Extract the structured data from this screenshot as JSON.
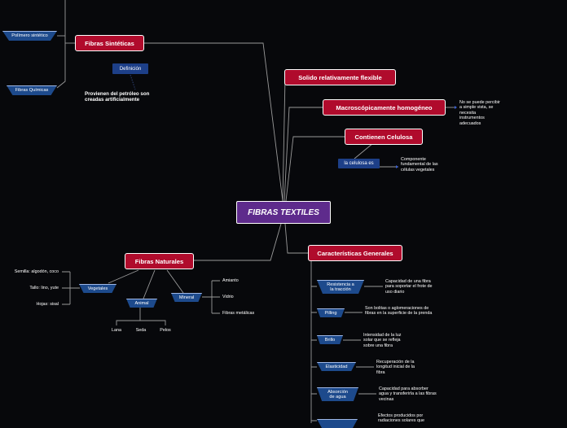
{
  "central": "FIBRAS TEXTILES",
  "sinteticas": {
    "title": "Fibras Sintéticas",
    "polimero": "Polímero sintético",
    "quimicas": "Fibras Químicas",
    "definicion": "Definición",
    "definicion_text": "Provienen del petróleo son creadas artificialmente"
  },
  "right": {
    "solido": "Solido relativamente flexible",
    "macro": "Macroscópicamente homogéneo",
    "macro_note": "No se puede percibir a simple vista, se necesita instrumentos adecuados",
    "celulosa": "Contienen Celulosa",
    "celulosa_es": "la celulosa es",
    "celulosa_note": "Componente fundamental de las células vegetales"
  },
  "naturales": {
    "title": "Fibras Naturales",
    "vegetales": "Vegetales",
    "animal": "Animal",
    "mineral": "Mineral",
    "veg_items": [
      "Semilla: algodón, coco",
      "Tallo: lino, yute",
      "Hojas: sisal"
    ],
    "animal_items": [
      "Lana",
      "Seda",
      "Pelos"
    ],
    "mineral_items": [
      "Amianto",
      "Vidrio",
      "Fibras metálicas"
    ]
  },
  "generales": {
    "title": "Características Generales",
    "items": [
      {
        "label": "Resistencia a la tracción",
        "desc": "Capacidad de una fibra para soportar el frote de uso diario"
      },
      {
        "label": "Pilling",
        "desc": "Son bolitas o aglomeraciones de fibras en la superficie de la prenda"
      },
      {
        "label": "Brillo",
        "desc": "Intensidad de la luz solar que se refleja sobre una fibra"
      },
      {
        "label": "Elasticidad",
        "desc": "Recuperación de la longitud inicial de la fibra"
      },
      {
        "label": "Absorción de agua",
        "desc": "Capacidad para absorber agua y transferirla a las fibras vecinas"
      },
      {
        "label": "",
        "desc": "Efectos producidos por radiaciones solares que"
      }
    ]
  },
  "colors": {
    "red": "#b00b2c",
    "purple": "#5e2b8c",
    "blue": "#1d4a8c",
    "background": "#07080b"
  }
}
